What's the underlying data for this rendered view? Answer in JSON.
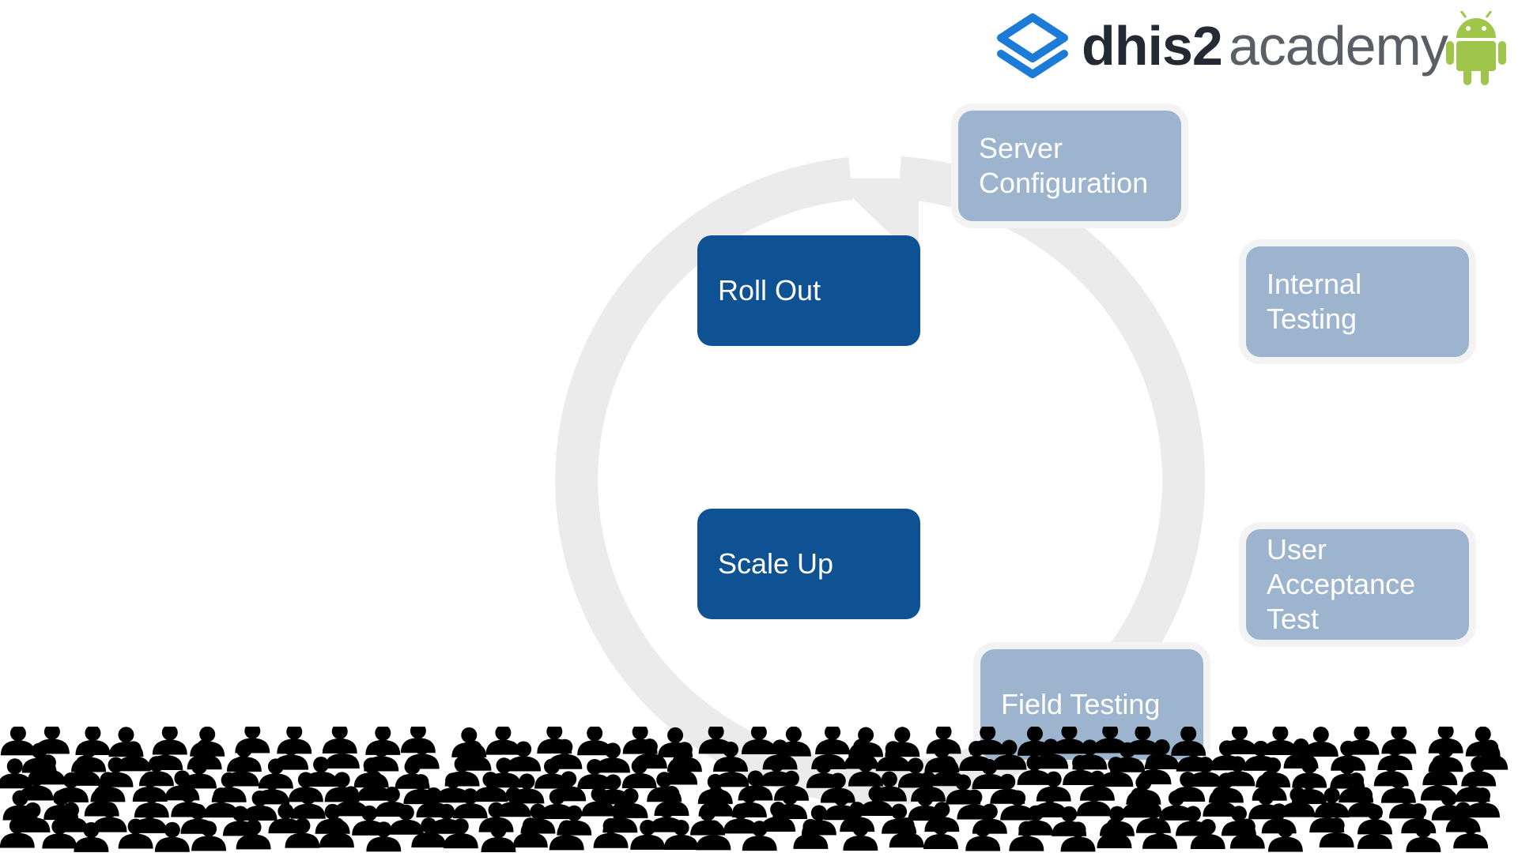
{
  "brand": {
    "primary": "dhis2",
    "secondary": "academy",
    "logo_icon": "dhis2-logo-icon",
    "platform_icon": "android-icon",
    "colors": {
      "logo_blue": "#1b7bd6",
      "android_green": "#9fc54a",
      "dark_text": "#242a33"
    }
  },
  "cycle": {
    "steps": [
      {
        "id": "server-configuration",
        "label": "Server\nConfiguration",
        "state": "future"
      },
      {
        "id": "internal-testing",
        "label": "Internal\nTesting",
        "state": "future"
      },
      {
        "id": "user-acceptance-test",
        "label": "User\nAcceptance\nTest",
        "state": "future"
      },
      {
        "id": "field-testing",
        "label": "Field Testing",
        "state": "future"
      },
      {
        "id": "scale-up",
        "label": "Scale Up",
        "state": "current"
      },
      {
        "id": "roll-out",
        "label": "Roll Out",
        "state": "current"
      }
    ],
    "colors": {
      "current": "#0f5293",
      "future": "#9cb4cd",
      "ring": "#ebebeb"
    }
  },
  "crowd": {
    "icon": "person-icon",
    "color": "#000000"
  }
}
